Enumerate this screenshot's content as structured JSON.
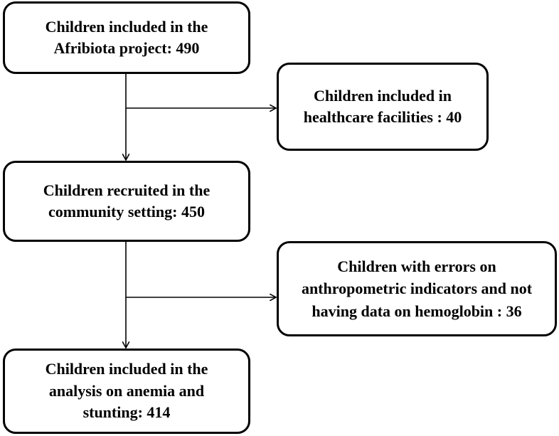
{
  "boxes": {
    "enrolled": {
      "text": "Children included in the\nAfribiota project: 490"
    },
    "facility": {
      "text": "Children included in\nhealthcare facilities : 40"
    },
    "community": {
      "text": "Children recruited in the\ncommunity setting: 450"
    },
    "excluded": {
      "text": "Children with errors  on\nanthropometric indicators and not\nhaving data on hemoglobin : 36"
    },
    "analysis": {
      "text": "Children included in the\nanalysis on anemia and\nstunting: 414"
    }
  },
  "colors": {
    "stroke": "#000000",
    "fill": "#ffffff",
    "text": "#000000"
  }
}
